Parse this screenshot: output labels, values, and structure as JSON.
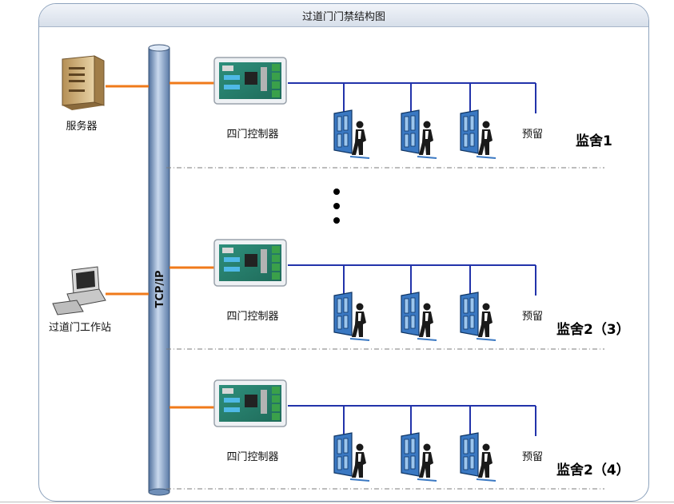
{
  "title": "过道门门禁结构图",
  "network_label": "TCP/IP",
  "server_label": "服务器",
  "workstation_label": "过道门工作站",
  "ellipsis": "⋮",
  "sections": [
    {
      "controller_label": "四门控制器",
      "reserved_label": "预留",
      "zone_label": "监舍1"
    },
    {
      "controller_label": "四门控制器",
      "reserved_label": "预留",
      "zone_label": "监舍2（3）"
    },
    {
      "controller_label": "四门控制器",
      "reserved_label": "预留",
      "zone_label": "监舍2（4）"
    }
  ],
  "colors": {
    "link": "#f07a1a",
    "bus": "#2233aa",
    "pipe": "#7a9cc6",
    "door": "#3a78c2",
    "divider": "#7b7b7b"
  }
}
